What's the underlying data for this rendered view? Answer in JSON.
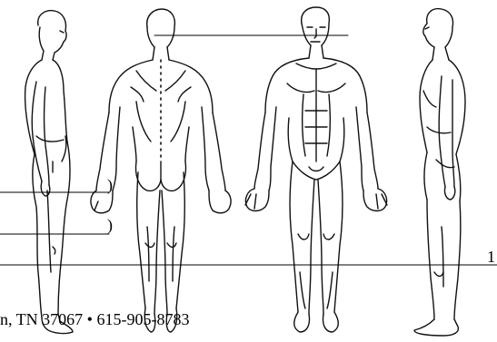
{
  "document": {
    "footer_text": "n, TN 37067 • 615-905-8783",
    "page_number": "1",
    "bracket_upper": ")",
    "bracket_lower": ")"
  },
  "figures": [
    {
      "name": "body-side-view-left",
      "icon": "human-outline-side-icon"
    },
    {
      "name": "body-back-view",
      "icon": "human-outline-back-icon"
    },
    {
      "name": "body-front-view",
      "icon": "human-outline-front-icon"
    },
    {
      "name": "body-side-view-right",
      "icon": "human-outline-side-icon"
    }
  ],
  "colors": {
    "line": "#000000",
    "background": "#ffffff"
  }
}
